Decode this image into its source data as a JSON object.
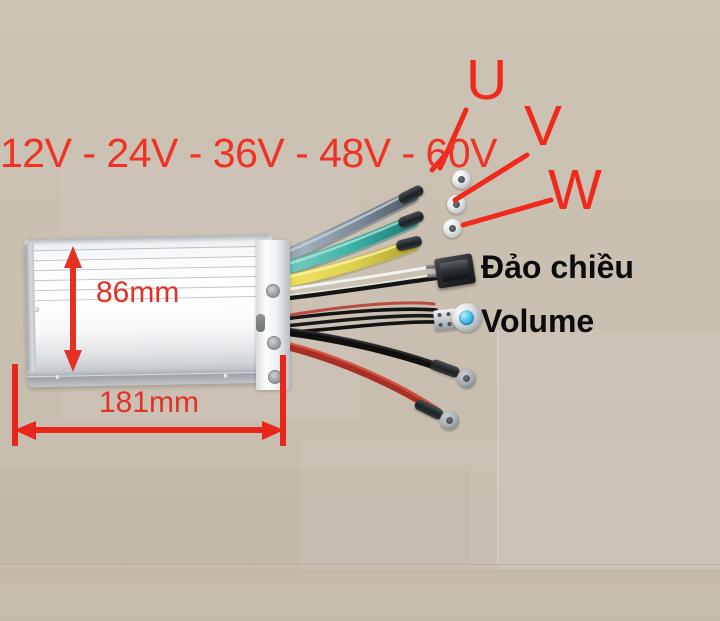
{
  "image": {
    "subject": "brushless-dc-motor-controller",
    "background_color": "#ccc2b4",
    "annotation_color": "#ef2a1c",
    "text_color_dark": "#0b0b0b"
  },
  "annotations": {
    "voltage_label": "12V - 24V - 36V - 48V - 60V",
    "phase_u": "U",
    "phase_v": "V",
    "phase_w": "W",
    "reverse_label": "Đảo chiều",
    "volume_label": "Volume"
  },
  "dimensions": {
    "height_label": "86mm",
    "width_label": "181mm"
  },
  "device": {
    "name": "aluminium-heatsink-controller",
    "phase_wires": [
      {
        "name": "U",
        "color": "#8a97a6"
      },
      {
        "name": "V",
        "color": "#39b0a0"
      },
      {
        "name": "W",
        "color": "#e6d84a"
      }
    ],
    "power_wires": [
      {
        "name": "battery-negative",
        "color": "#1b1b1b"
      },
      {
        "name": "battery-positive",
        "color": "#c0392b"
      }
    ],
    "controls": [
      {
        "name": "reverse-rocker-switch",
        "color": "#1d2124"
      },
      {
        "name": "speed-potentiometer",
        "knob_color": "#4fc4ea"
      }
    ]
  }
}
